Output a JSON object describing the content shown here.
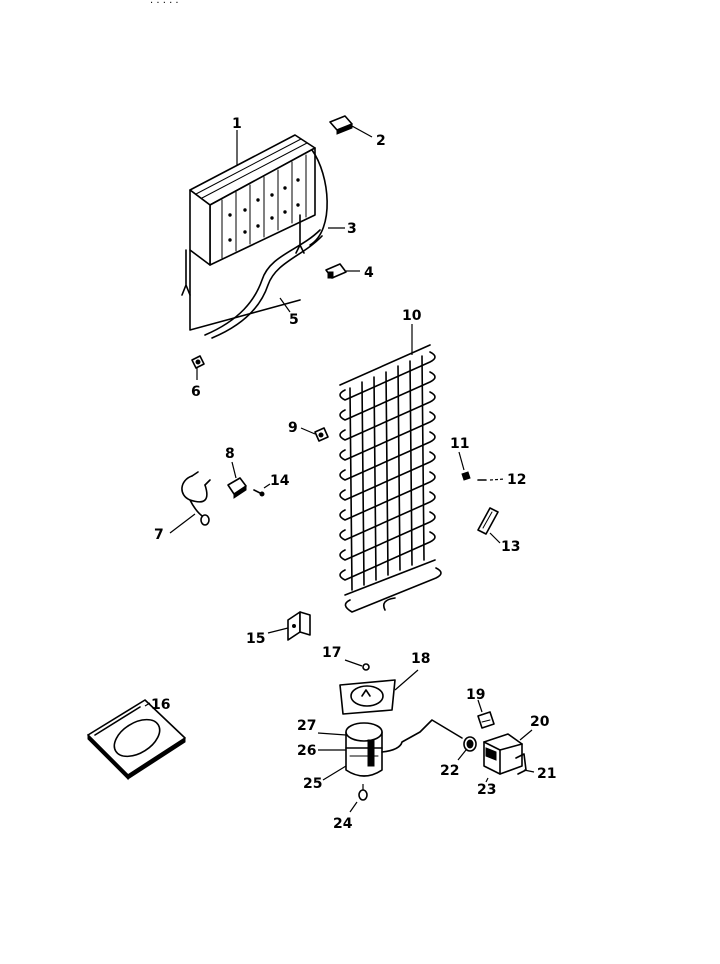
{
  "header_fragment": "· · · · ·",
  "callouts": {
    "c1": "1",
    "c2": "2",
    "c3": "3",
    "c4": "4",
    "c5": "5",
    "c6": "6",
    "c7": "7",
    "c8": "8",
    "c9": "9",
    "c10": "10",
    "c11": "11",
    "c12": "12",
    "c13": "13",
    "c14": "14",
    "c15": "15",
    "c16": "16",
    "c17": "17",
    "c18": "18",
    "c19": "19",
    "c20": "20",
    "c21": "21",
    "c22": "22",
    "c23": "23",
    "c24": "24",
    "c25": "25",
    "c26": "26",
    "c27": "27"
  },
  "parts": [
    {
      "id": "1",
      "icon": "evaporator-icon"
    },
    {
      "id": "2",
      "icon": "clip-icon"
    },
    {
      "id": "3",
      "icon": "tube-icon"
    },
    {
      "id": "4",
      "icon": "clip-icon"
    },
    {
      "id": "5",
      "icon": "tube-icon"
    },
    {
      "id": "6",
      "icon": "grommet-icon"
    },
    {
      "id": "7",
      "icon": "wire-harness-icon"
    },
    {
      "id": "8",
      "icon": "bracket-icon"
    },
    {
      "id": "9",
      "icon": "grommet-icon"
    },
    {
      "id": "10",
      "icon": "condenser-icon"
    },
    {
      "id": "11",
      "icon": "screw-icon"
    },
    {
      "id": "12",
      "icon": "screw-icon"
    },
    {
      "id": "13",
      "icon": "strap-icon"
    },
    {
      "id": "14",
      "icon": "screw-icon"
    },
    {
      "id": "15",
      "icon": "bracket-icon"
    },
    {
      "id": "16",
      "icon": "base-plate-icon"
    },
    {
      "id": "17",
      "icon": "nut-icon"
    },
    {
      "id": "18",
      "icon": "cover-icon"
    },
    {
      "id": "19",
      "icon": "cap-icon"
    },
    {
      "id": "20",
      "icon": "relay-icon"
    },
    {
      "id": "21",
      "icon": "clip-icon"
    },
    {
      "id": "22",
      "icon": "overload-icon"
    },
    {
      "id": "23",
      "icon": "relay-icon"
    },
    {
      "id": "24",
      "icon": "grommet-icon"
    },
    {
      "id": "25",
      "icon": "compressor-icon"
    },
    {
      "id": "26",
      "icon": "compressor-icon"
    },
    {
      "id": "27",
      "icon": "compressor-icon"
    }
  ]
}
